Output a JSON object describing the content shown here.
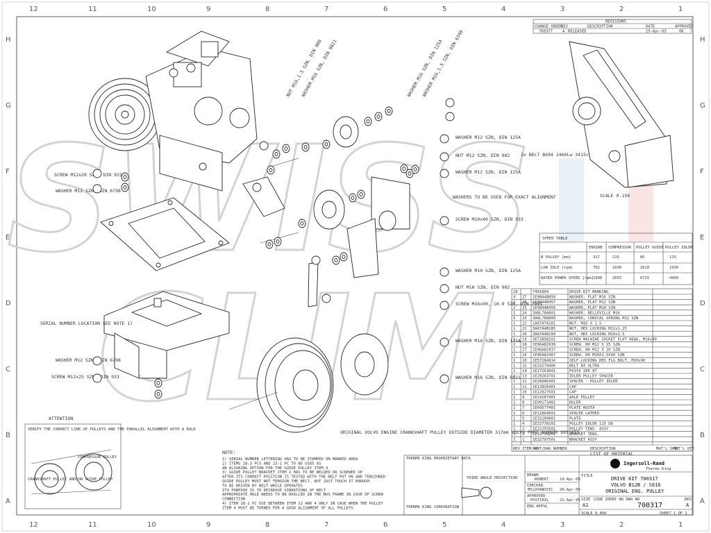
{
  "frame": {
    "top_numbers": [
      "12",
      "11",
      "10",
      "9",
      "8",
      "7",
      "6",
      "5",
      "4",
      "3",
      "2",
      "1"
    ],
    "side_letters": [
      "H",
      "G",
      "F",
      "E",
      "D",
      "C",
      "B",
      "A"
    ]
  },
  "watermark": {
    "line1": "SWISS",
    "line2": "CLIM"
  },
  "revisions": {
    "title": "REVISIONS",
    "headers": [
      "CHANGE ORDER",
      "REV",
      "DESCRIPTION",
      "DATE",
      "APPROVED"
    ],
    "row": [
      "700377",
      "A",
      "RELEASED",
      "19-Apr-05",
      "OK"
    ]
  },
  "callouts": [
    {
      "id": "c-nut-m16",
      "text": "NUT M16,1.5 SZN, DIN 980"
    },
    {
      "id": "c-washer-m16",
      "text": "WASHER M16 SZN, DIN 9021"
    },
    {
      "id": "c-washer-m16b",
      "text": "WASHER M16 SZN, DIN 125A"
    },
    {
      "id": "c-washer-m16c",
      "text": "WASHER M16,1.5 SZN, DIN 6340"
    },
    {
      "id": "c-screw-m12x20",
      "text": "SCREW M12x20 SZN, DIN 933"
    },
    {
      "id": "c-washer-m12",
      "text": "WASHER M12 SZN, DIN 6798"
    },
    {
      "id": "c-washer-m12b",
      "text": "WASHER M12 SZN, DIN 125A"
    },
    {
      "id": "c-nut-m12",
      "text": "NUT M12 SZN, DIN 982"
    },
    {
      "id": "c-washer-m12c",
      "text": "WASHER M12 SZN, DIN 125A"
    },
    {
      "id": "c-washers-exact",
      "text": "WASHERS TO BE USED FOR EXACT ALIGNMENT"
    },
    {
      "id": "c-screw-m10x40",
      "text": "SCREW M10x40 SZN, DIN 933"
    },
    {
      "id": "c-washer-m10",
      "text": "WASHER M10 SZN, DIN 125A"
    },
    {
      "id": "c-nut-m10",
      "text": "NUT M10 SZN, DIN 982"
    },
    {
      "id": "c-screw-m16x90",
      "text": "SCREW M16x90, 10.9 SZN, DIN 7991"
    },
    {
      "id": "c-washer-m16d",
      "text": "WASHER M16 SZN, DIN 125A"
    },
    {
      "id": "c-washer-m16e",
      "text": "WASHER M16 SZN, DIN 6921"
    },
    {
      "id": "c-serial",
      "text": "SERIAL NUMBER LOCATION SEE NOTE 1)"
    },
    {
      "id": "c-washer-m12d",
      "text": "WASHER M12 SZN, DIN 6798"
    },
    {
      "id": "c-screw-m12x25",
      "text": "SCREW M12x25 SZN, DIN 933"
    },
    {
      "id": "c-belt",
      "text": "2x BELT BX94 2460Lw 3415cB"
    },
    {
      "id": "c-crank",
      "text": "ORIGINAL VOLVO ENGINE CRANKSHAFT PULLEY OUTSIDE DIAMETER 317mm VOLVO PART NUMBER 9957655"
    }
  ],
  "scale_note": "SCALE 0.150",
  "speed_table": {
    "title": "SPEED TABLE",
    "headers": [
      "",
      "ENGINE",
      "COMPRESSOR",
      "PULLEY GUIDE",
      "PULLEY IDLER"
    ],
    "rows": [
      [
        "Ø PULLEY [mm]",
        "317",
        "215",
        "85",
        "115"
      ],
      [
        "LOW IDLE [rpm]",
        "702",
        "1030",
        "2610",
        "1930"
      ],
      [
        "RATED POWER SPEED [rpm]",
        "1800",
        "2655",
        "6715",
        "4960"
      ]
    ]
  },
  "bom": {
    "title": "LIST OF MATERIAL",
    "headers": [
      "REV",
      "ITEM NO",
      "PART/DWG NUMBER",
      "DESCRIPTION",
      "MAT'L SPEC",
      "MAT'L QTY"
    ],
    "rows": [
      [
        "",
        "28",
        "7401804",
        "DRIVE KIT MARKING"
      ],
      [
        "",
        "4",
        "27",
        "1E98A4B858",
        "WASHER, FLAT M16 SZN"
      ],
      [
        "",
        "1",
        "26",
        "1E98A4B457",
        "WASHER, FLAT M12 SZN"
      ],
      [
        "",
        "2",
        "25",
        "1E98A4B456",
        "WASHER, FLAT M10 SZN"
      ],
      [
        "",
        "1",
        "24",
        "3A8L78A001",
        "WASHER, BELLEVILLE M16"
      ],
      [
        "",
        "5",
        "23",
        "3A6L78A000",
        "WASHER, CONICAL SPRING M12 SZN"
      ],
      [
        "",
        "1",
        "22",
        "1A67A7A181",
        "NUT, M16 X 1.5"
      ],
      [
        "",
        "1",
        "21",
        "3A67A4B185",
        "NUT, HEX LOCKING M12x1.25"
      ],
      [
        "",
        "1",
        "20",
        "3A67A4B184",
        "NUT, HEX LOCKING M10x1.5"
      ],
      [
        "",
        "1",
        "19",
        "3E72B5B101",
        "SCREW MACHINE SOCKET FLAT HEAD, M16x90"
      ],
      [
        "",
        "2",
        "18",
        "1E96A82938",
        "SCREW, HH M12 X 25 SZN"
      ],
      [
        "",
        "1",
        "17",
        "1E96A82937",
        "SCREW, HH M12 X 20 SZN"
      ],
      [
        "",
        "1",
        "16",
        "1E96A82407",
        "SCREW, HH M10X1.5X40 SZN"
      ],
      [
        "",
        "1",
        "10",
        "1E57284914",
        "SELF-LOCKING HEX FLG BOLT, M10x90"
      ],
      [
        "",
        "1",
        "15",
        "1E33270406",
        "BELT BX ULTRA"
      ],
      [
        "",
        "1",
        "14",
        "1E27263601",
        "POSTA SEK 87"
      ],
      [
        "",
        "1",
        "13",
        "1E29283701",
        "IDLER PULLEY SPACER"
      ],
      [
        "",
        "1",
        "12",
        "1E29086401",
        "SPACER - PULLEY IDLER"
      ],
      [
        "",
        "1",
        "11",
        "1E12826401",
        "CAP"
      ],
      [
        "",
        "1",
        "10",
        "1E12827601",
        "CAP"
      ],
      [
        "",
        "1",
        "9",
        "1E24287401",
        "AXLE PULLEY"
      ],
      [
        "",
        "1",
        "8",
        "1E09173401",
        "RULER"
      ],
      [
        "",
        "1",
        "7",
        "1E69577401",
        "PLATE ROSTA"
      ],
      [
        "",
        "1",
        "6",
        "1E12864601",
        "SPACER LATHED"
      ],
      [
        "",
        "1",
        "5",
        "1E32289801",
        "PLATE"
      ],
      [
        "",
        "1",
        "4",
        "1E32778101",
        "PULLEY IDLER 115 DD"
      ],
      [
        "",
        "1",
        "3",
        "1E32293501",
        "PULLEY TENS. ASSY"
      ],
      [
        "",
        "1",
        "2",
        "1E32758201",
        "BRACKET TENS."
      ],
      [
        "",
        "1",
        "1",
        "1E32797501",
        "BRACKET ASSY"
      ]
    ]
  },
  "attention": {
    "title": "ATTENTION",
    "text": "VERIFY THE CORRECT LINE UP PULLEYS AND THE PARALLEL ALIGNMENT WITH A RULE",
    "labels": [
      "COMPRESSOR PULLEY",
      "CRANKSHAFT PULLEY AND/OR GUIDE PULLEY"
    ]
  },
  "notes": {
    "heading": "NOTE:",
    "lines": [
      "1) SERIAL NUMBER LETTERING HAS TO BE STAMPED ON MARKED AREA",
      "2) ITEMS 28-3 PCS AND 23-1 PC TO BE USED AS",
      "   AN ALIGNING OPTION FOR THE GUIDE PULLEY ITEM 3",
      "3) GUIDE PULLEY BRACKET ITEM 2 HAS TO BE WELDED OR SCREWED UP",
      "   AFTER ITS CORRECT POSITION IS TESTED WITH THE BELT PUT ON AND TENSIONED",
      "   GUIDE PULLEY MUST NOT TENSION THE BELT, BUT JUST TOUCH IT ENOUGH",
      "   TO BE DRIVEN BY BELT WHILE OPERATES",
      "   ITS PURPOSE IS TO DECREASE VIBRATIONS OF BELT",
      "   APPROPRIATE HOLE NEEDS TO BE DRILLED IN THE BUS FRAME IN CASE  OF SCREW",
      "   CONNECTION",
      "4) ITEM 28-1 PC USE BETWEEN ITEM 12 AND 4 ONLY IN CASE WHEN THE PULLEY",
      "   ITEM 4 MUST BE TURNED FOR A GOOD ALIGNMENT OF ALL PULLEYS"
    ]
  },
  "title_block": {
    "proprietary": "THERMO KING PROPRIETARY DATA",
    "projection": "THIRD ANGLE PROJECTION",
    "drawn_label": "DRAWN",
    "drawn_by": "ROBERT",
    "drawn_date": "19-Apr-05",
    "checked_label": "CHECKED",
    "checked_by": "MILOVANOVIC",
    "checked_date": "20-Apr-05",
    "approved_label": "APPROVED",
    "approved_by": "POSTIRIL",
    "approved_date": "21-Apr-05",
    "eng_appvl": "ENG APPVL",
    "company": "THERMO KING CORPORATION",
    "brand": "Ingersoll-Rand",
    "brand_sub": "Thermo King",
    "title_label": "TITLE",
    "title_lines": [
      "DRIVE KIT 700317",
      "VOLVO B12B / S616",
      "ORIGINAL ENG. PULLEY"
    ],
    "size_label": "SIZE",
    "size": "A1",
    "dwg_no_label": "CODE IDENT NO  DWG NO",
    "dwg_no": "700317",
    "rev_label": "REV",
    "rev": "A",
    "scale": "SCALE 0.400",
    "sheet": "SHEET 1 OF 1"
  }
}
